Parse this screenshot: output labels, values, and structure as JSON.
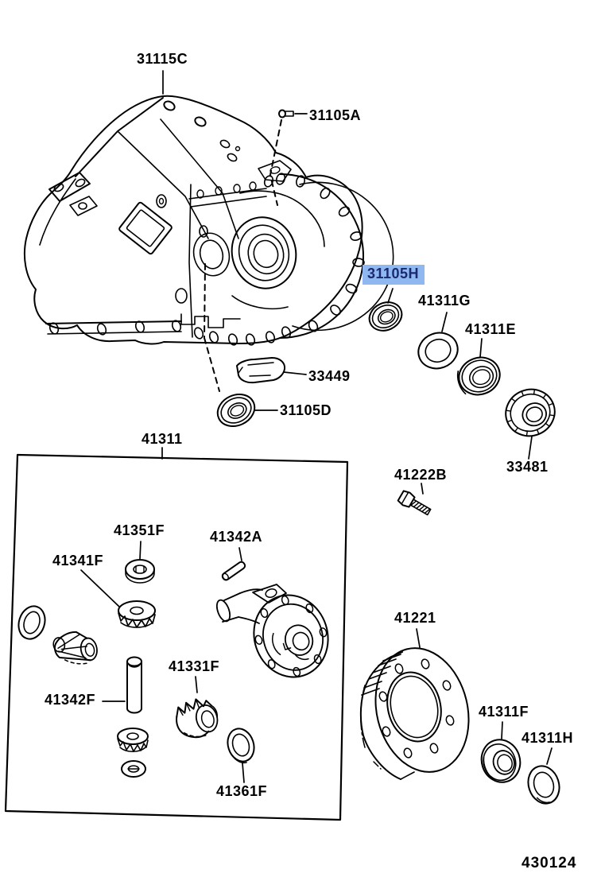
{
  "colors": {
    "background": "#ffffff",
    "line": "#000000",
    "highlight_bg": "#8FB7F0",
    "highlight_text": "#1A2A70"
  },
  "diagram_code": "430124",
  "selected_part": "31105H",
  "parts": [
    {
      "label": "31115C",
      "highlighted": false
    },
    {
      "label": "31105A",
      "highlighted": false
    },
    {
      "label": "31105H",
      "highlighted": true
    },
    {
      "label": "41311G",
      "highlighted": false
    },
    {
      "label": "41311E",
      "highlighted": false
    },
    {
      "label": "33481",
      "highlighted": false
    },
    {
      "label": "33449",
      "highlighted": false
    },
    {
      "label": "31105D",
      "highlighted": false
    },
    {
      "label": "41311",
      "highlighted": false
    },
    {
      "label": "41222B",
      "highlighted": false
    },
    {
      "label": "41351F",
      "highlighted": false
    },
    {
      "label": "41342A",
      "highlighted": false
    },
    {
      "label": "41341F",
      "highlighted": false
    },
    {
      "label": "41331F",
      "highlighted": false
    },
    {
      "label": "41342F",
      "highlighted": false
    },
    {
      "label": "41361F",
      "highlighted": false
    },
    {
      "label": "41221",
      "highlighted": false
    },
    {
      "label": "41311F",
      "highlighted": false
    },
    {
      "label": "41311H",
      "highlighted": false
    }
  ]
}
